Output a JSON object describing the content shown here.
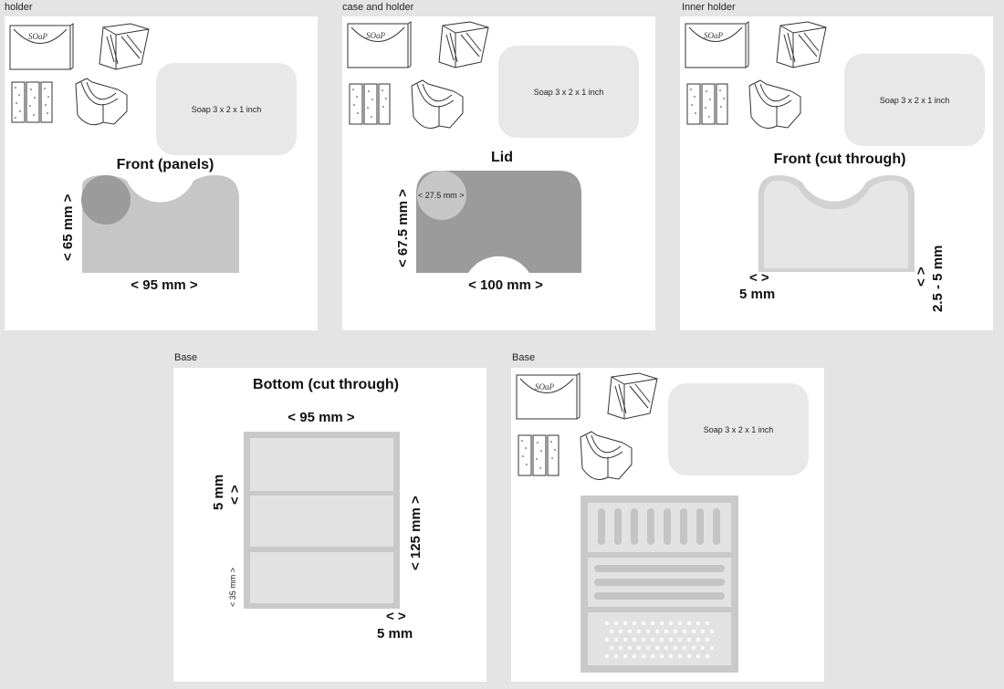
{
  "frames": [
    {
      "title": "holder",
      "soap_label": "Soap 3 x 2 x 1 inch",
      "sketch_word": "SOaP",
      "heading": "Front (panels)",
      "width_dim": "< 95 mm >",
      "height_dim": "< 65 mm >"
    },
    {
      "title": "case and holder",
      "soap_label": "Soap 3 x 2 x 1 inch",
      "sketch_word": "SOaP",
      "heading": "Lid",
      "width_dim": "< 100 mm >",
      "height_dim": "< 67.5 mm >",
      "radius_dim": "< 27.5 mm >"
    },
    {
      "title": "Inner holder",
      "soap_label": "Soap 3 x 2 x 1 inch",
      "sketch_word": "SOaP",
      "heading": "Front (cut through)",
      "thickness_arrow": "< >",
      "thickness_dim": "5 mm",
      "depth_arrow": "< >",
      "depth_dim": "2.5 - 5 mm"
    },
    {
      "title": "Base",
      "heading": "Bottom (cut through)",
      "width_dim": "< 95 mm >",
      "height_dim": "< 125 mm >",
      "wall_dim": "5 mm",
      "wall_arrow": "< >",
      "section_dim": "< 35 mm >",
      "corner_arrow": "< >",
      "corner_dim": "5 mm"
    },
    {
      "title": "Base",
      "soap_label": "Soap 3 x 2 x 1 inch",
      "sketch_word": "SOaP"
    }
  ],
  "colors": {
    "canvas": "#e4e4e4",
    "frame": "#ffffff",
    "shape_light": "#c6c6c6",
    "shape_dark": "#9b9b9b",
    "soap_card": "#e8e8e8"
  }
}
